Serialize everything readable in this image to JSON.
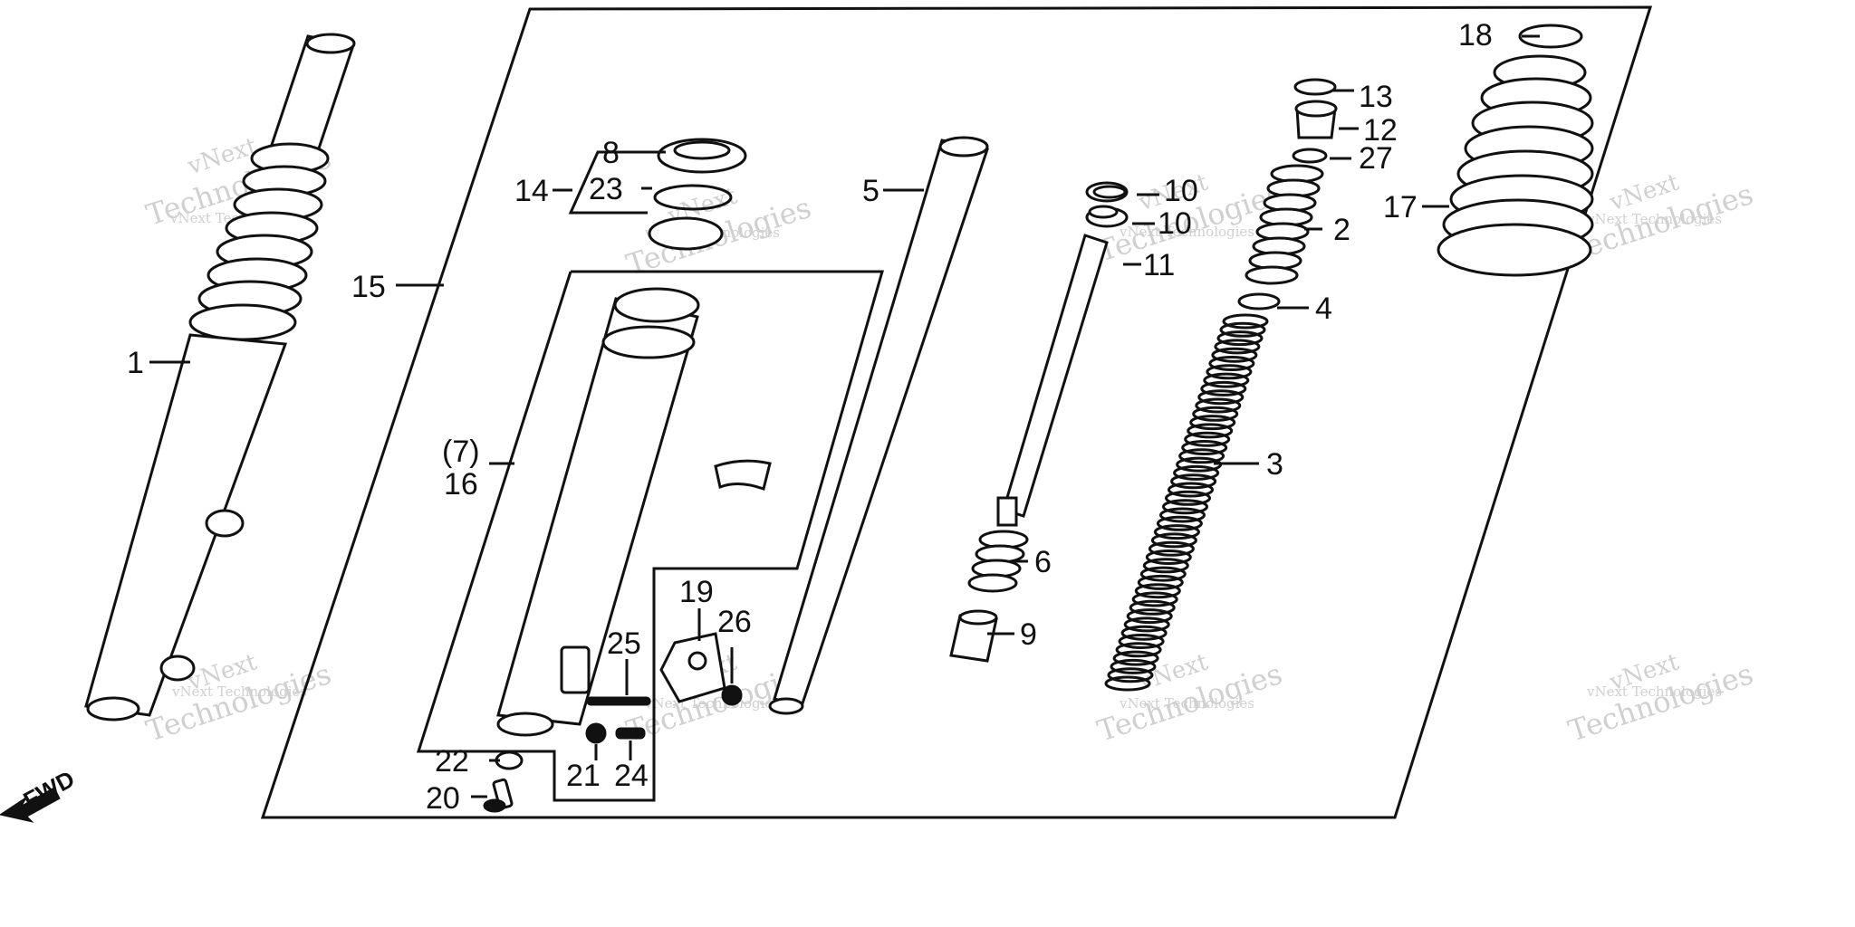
{
  "callouts": [
    {
      "id": "c1",
      "text": "1"
    },
    {
      "id": "c2",
      "text": "2"
    },
    {
      "id": "c3",
      "text": "3"
    },
    {
      "id": "c4",
      "text": "4"
    },
    {
      "id": "c5",
      "text": "5"
    },
    {
      "id": "c6",
      "text": "6"
    },
    {
      "id": "c7",
      "text": "(7)"
    },
    {
      "id": "c8",
      "text": "8"
    },
    {
      "id": "c9",
      "text": "9"
    },
    {
      "id": "c10a",
      "text": "10"
    },
    {
      "id": "c10b",
      "text": "10"
    },
    {
      "id": "c11",
      "text": "11"
    },
    {
      "id": "c12",
      "text": "12"
    },
    {
      "id": "c13",
      "text": "13"
    },
    {
      "id": "c14",
      "text": "14"
    },
    {
      "id": "c15",
      "text": "15"
    },
    {
      "id": "c16",
      "text": "16"
    },
    {
      "id": "c17",
      "text": "17"
    },
    {
      "id": "c18",
      "text": "18"
    },
    {
      "id": "c19",
      "text": "19"
    },
    {
      "id": "c20",
      "text": "20"
    },
    {
      "id": "c21",
      "text": "21"
    },
    {
      "id": "c22",
      "text": "22"
    },
    {
      "id": "c23",
      "text": "23"
    },
    {
      "id": "c24",
      "text": "24"
    },
    {
      "id": "c25",
      "text": "25"
    },
    {
      "id": "c26",
      "text": "26"
    },
    {
      "id": "c27",
      "text": "27"
    }
  ],
  "direction_label": "FWD",
  "watermark": {
    "line1": "vNext Technologies",
    "line2": "vNext",
    "line3": "Technologies"
  }
}
